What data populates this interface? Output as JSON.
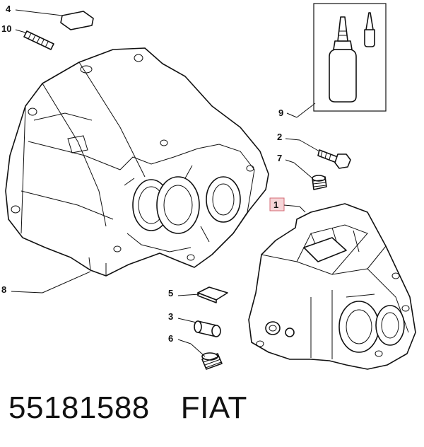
{
  "callouts": {
    "c1": "1",
    "c2": "2",
    "c3": "3",
    "c4": "4",
    "c5": "5",
    "c6": "6",
    "c7": "7",
    "c8": "8",
    "c9": "9",
    "c10": "10"
  },
  "caption": {
    "part_number": "55181588",
    "brand": "FIAT"
  },
  "colors": {
    "line": "#111111",
    "highlight_box_fill": "#f6d5d8",
    "highlight_box_stroke": "#d46a74"
  }
}
